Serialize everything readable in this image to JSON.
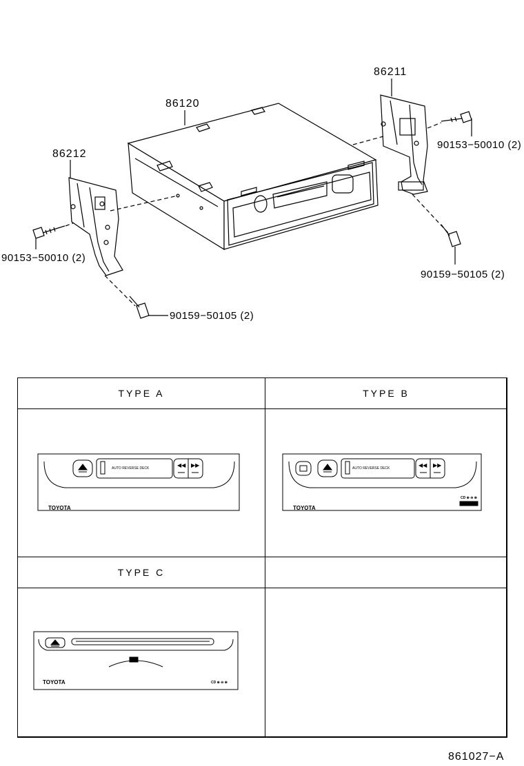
{
  "callouts": {
    "unit": "86120",
    "bracket_right": "86211",
    "bracket_left": "86212",
    "screw_left_a": "90153−50010 (2)",
    "screw_left_b": "90159−50105 (2)",
    "screw_right_a": "90153−50010 (2)",
    "screw_right_b": "90159−50105 (2)"
  },
  "table": {
    "type_a": "TYPE  A",
    "type_b": "TYPE  B",
    "type_c": "TYPE  C",
    "empty": ""
  },
  "panels": {
    "deck_label": "AUTO REVERSE DECK",
    "brand": "TOYOTA",
    "cd_mark": "CD ⊕ ⊖ ⊕"
  },
  "reference": "861027−A"
}
